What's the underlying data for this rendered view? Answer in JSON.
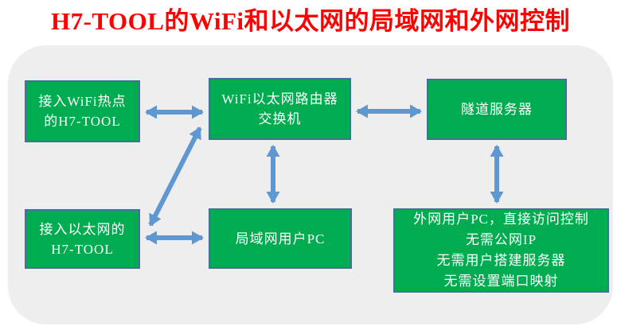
{
  "title": "H7-TOOL的WiFi和以太网的局域网和外网控制",
  "colors": {
    "box_fill": "#00AC50",
    "box_border": "#41719C",
    "arrow": "#5F97D0",
    "panel_background": "#EFEEEE",
    "title_text": "#FF0000",
    "box_text": "#FFFFFF"
  },
  "diagram": {
    "boxes": {
      "wifi_tool": {
        "lines": [
          "接入WiFi热点",
          "的H7-TOOL"
        ]
      },
      "router": {
        "lines": [
          "WiFi以太网路由器",
          "交换机"
        ]
      },
      "tunnel_server": {
        "lines": [
          "隧道服务器"
        ]
      },
      "eth_tool": {
        "lines": [
          "接入以太网的",
          "H7-TOOL"
        ]
      },
      "lan_pc": {
        "lines": [
          "局域网用户PC"
        ]
      },
      "wan_pc": {
        "lines": [
          "外网用户PC，直接访问控制",
          "无需公网IP",
          "无需用户搭建服务器",
          "无需设置端口映射"
        ]
      }
    },
    "connections": [
      {
        "from": "wifi_tool",
        "to": "router",
        "type": "bidirectional"
      },
      {
        "from": "router",
        "to": "tunnel_server",
        "type": "bidirectional"
      },
      {
        "from": "eth_tool",
        "to": "lan_pc",
        "type": "bidirectional"
      },
      {
        "from": "eth_tool",
        "to": "router",
        "type": "bidirectional"
      },
      {
        "from": "router",
        "to": "lan_pc",
        "type": "bidirectional"
      },
      {
        "from": "tunnel_server",
        "to": "wan_pc",
        "type": "bidirectional"
      }
    ]
  }
}
